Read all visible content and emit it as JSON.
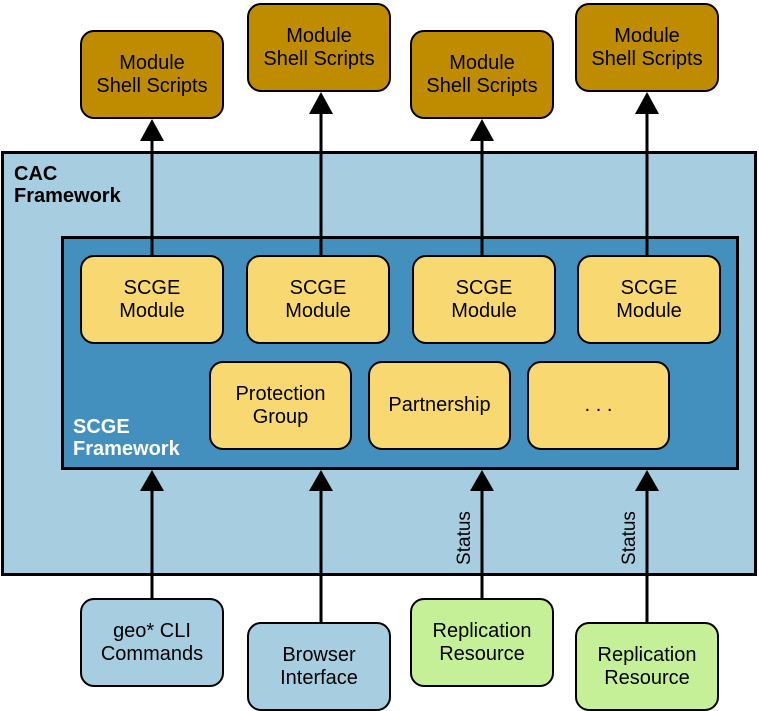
{
  "diagram": {
    "cac_framework": {
      "label": "CAC\nFramework",
      "color": "#a6cde0"
    },
    "scge_framework": {
      "label": "SCGE\nFramework",
      "color": "#4390bf"
    },
    "module_shell_scripts": [
      {
        "label": "Module\nShell Scripts"
      },
      {
        "label": "Module\nShell Scripts"
      },
      {
        "label": "Module\nShell Scripts"
      },
      {
        "label": "Module\nShell Scripts"
      }
    ],
    "scge_modules": [
      {
        "label": "SCGE\nModule"
      },
      {
        "label": "SCGE\nModule"
      },
      {
        "label": "SCGE\nModule"
      },
      {
        "label": "SCGE\nModule"
      }
    ],
    "scge_components": [
      {
        "label": "Protection\nGroup"
      },
      {
        "label": "Partnership"
      },
      {
        "label": ". . ."
      }
    ],
    "inputs": [
      {
        "label": "geo* CLI\nCommands",
        "arrow_label": ""
      },
      {
        "label": "Browser\nInterface",
        "arrow_label": ""
      },
      {
        "label": "Replication\nResource",
        "arrow_label": "Status"
      },
      {
        "label": "Replication\nResource",
        "arrow_label": "Status"
      }
    ],
    "colors": {
      "shell_scripts": "#bf8c00",
      "scge_module": "#f8d871",
      "cli_input": "#a6cde0",
      "replication_input": "#c6f098"
    }
  }
}
